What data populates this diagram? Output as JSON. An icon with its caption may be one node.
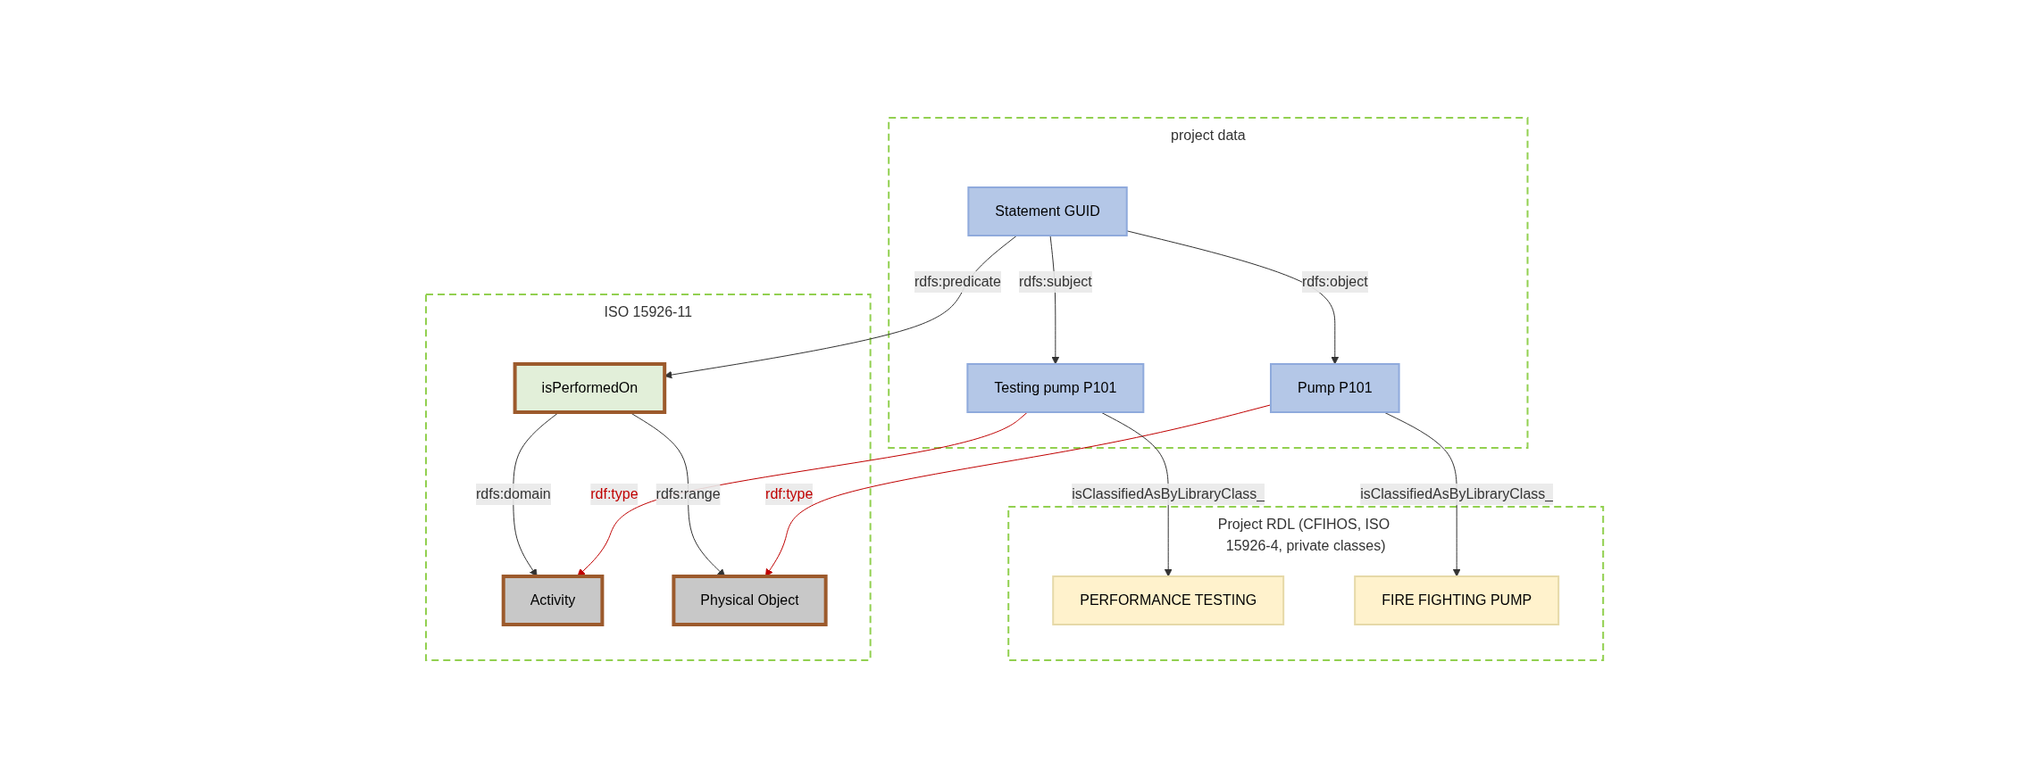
{
  "diagram": {
    "nodes": [
      {
        "text": [
          "ISO 15926-11"
        ]
      },
      {
        "text": [
          "Activity"
        ],
        "in": 0
      },
      {
        "text": [
          "isPerformedOn"
        ],
        "in": 0
      },
      {
        "text": [
          "Physical Object"
        ],
        "in": 0
      },
      {
        "text": [
          "project data"
        ]
      },
      {
        "text": [
          "Testing pump P101"
        ],
        "in": 4
      },
      {
        "text": [
          "Statement GUID"
        ],
        "in": 4
      },
      {
        "text": [
          "Pump P101"
        ],
        "in": 4
      },
      {
        "text": [
          "Project RDL (CFIHOS, ISO 15926-4, private classes)"
        ]
      },
      {
        "text": [
          "PERFORMANCE TESTING"
        ],
        "in": 8
      },
      {
        "text": [
          "FIRE FIGHTING PUMP"
        ],
        "in": 8
      }
    ],
    "edges": [
      {
        "from": 2,
        "to": 1,
        "arrow": "to",
        "label": "rdfs:domain"
      },
      {
        "from": 2,
        "to": 3,
        "arrow": "to",
        "label": "rdfs:range"
      },
      {
        "from": 5,
        "to": 1,
        "arrow": "to",
        "label": "rdf:type",
        "color": "#c00000"
      },
      {
        "from": 7,
        "to": 3,
        "arrow": "to",
        "label": "rdf:type",
        "color": "#c00000"
      },
      {
        "from": 6,
        "to": 2,
        "arrow": "to",
        "label": "rdfs:predicate"
      },
      {
        "from": 6,
        "to": 5,
        "arrow": "to",
        "label": "rdfs:subject"
      },
      {
        "from": 6,
        "to": 7,
        "arrow": "to",
        "label": "rdfs:object"
      },
      {
        "from": 5,
        "to": 9,
        "arrow": "to",
        "label": "isClassifiedAsByLibraryClass_"
      },
      {
        "from": 7,
        "to": 10,
        "arrow": "to",
        "label": "isClassifiedAsByLibraryClass_"
      }
    ]
  }
}
